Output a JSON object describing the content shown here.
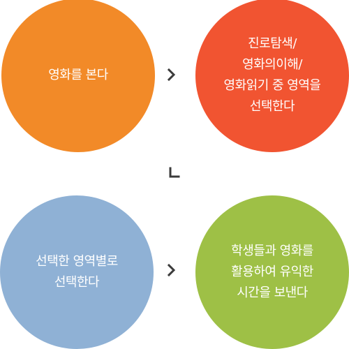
{
  "colors": {
    "step1": "#f28a28",
    "step2": "#f15431",
    "step3": "#8fb1d5",
    "step4": "#9ec046",
    "arrow": "#3b3b3b"
  },
  "steps": [
    {
      "lines": [
        "영화를 본다"
      ]
    },
    {
      "lines": [
        "진로탐색/",
        "영화의이해/",
        "영화읽기 중 영역을",
        "선택한다"
      ]
    },
    {
      "lines": [
        "선택한 영역별로",
        "선택한다"
      ]
    },
    {
      "lines": [
        "학생들과 영화를",
        "활용하여 유익한",
        "시간을 보낸다"
      ]
    }
  ],
  "arrows": [
    {
      "icon": "chevron-right-icon"
    },
    {
      "icon": "chevron-down-left-icon"
    },
    {
      "icon": "chevron-right-icon"
    }
  ]
}
